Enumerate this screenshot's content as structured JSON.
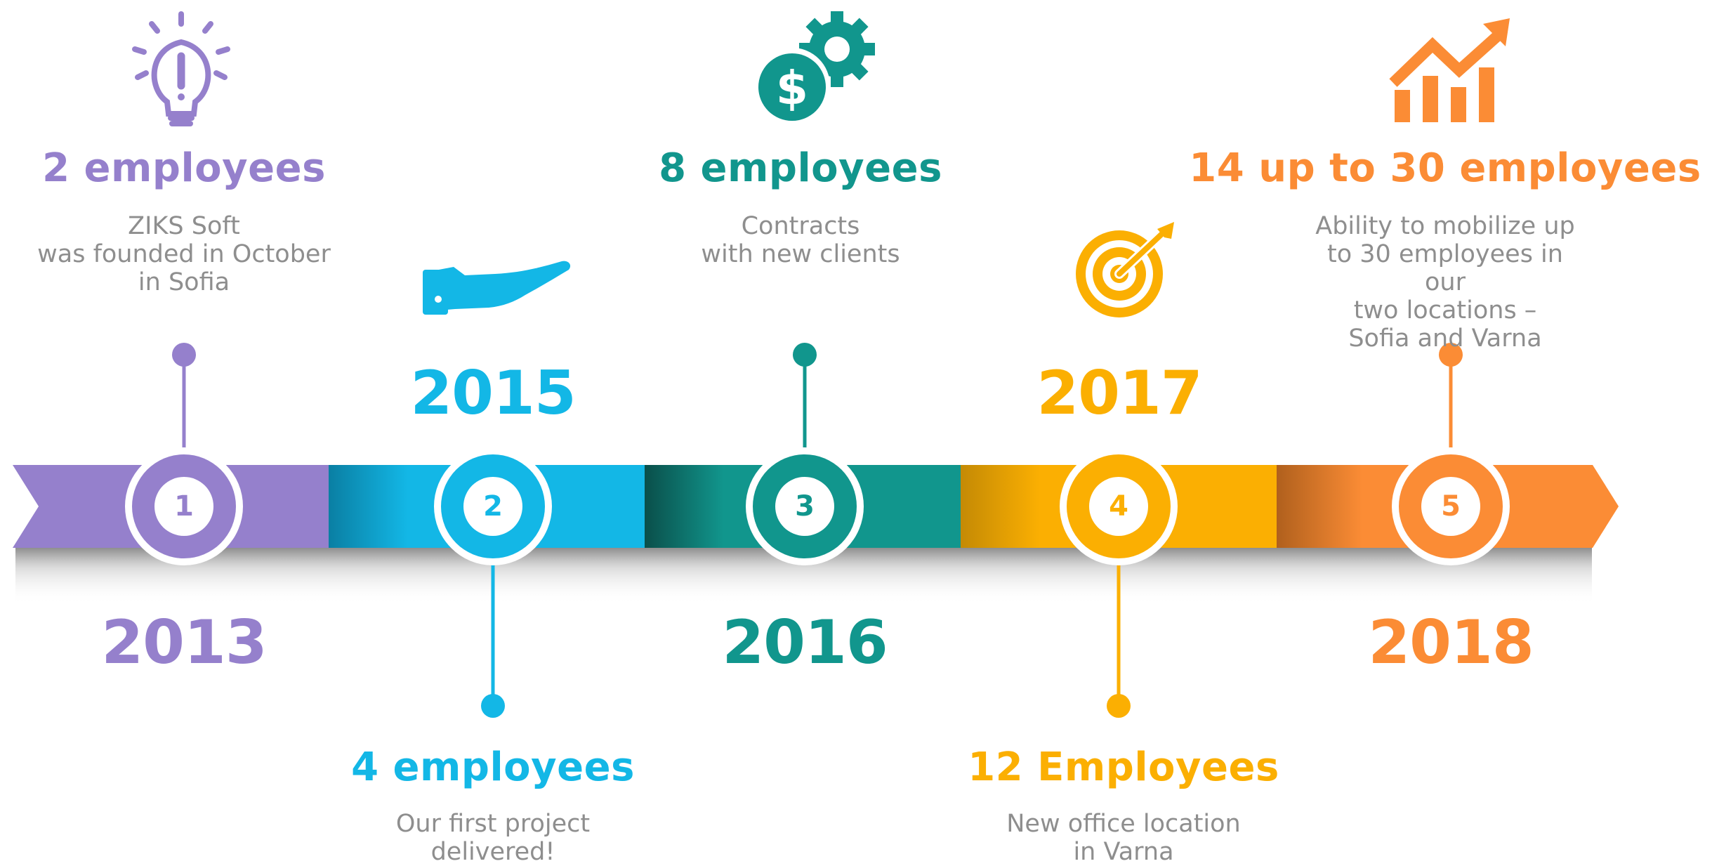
{
  "milestones": [
    {
      "number": "1",
      "year": "2013",
      "heading": "2 employees",
      "description": "ZIKS Soft\nwas founded in October\nin Sofia",
      "color": "#9580cc",
      "icon": "lightbulb-icon"
    },
    {
      "number": "2",
      "year": "2015",
      "heading": "4 employees",
      "description": "Our first project\ndelivered!",
      "color": "#13b7e6",
      "icon": "hand-icon"
    },
    {
      "number": "3",
      "year": "2016",
      "heading": "8 employees",
      "description": "Contracts\nwith new clients",
      "color": "#11968d",
      "icon": "dollar-gear-icon"
    },
    {
      "number": "4",
      "year": "2017",
      "heading": "12 Employees",
      "description": "New office location\nin Varna",
      "color": "#fbaf02",
      "icon": "target-icon"
    },
    {
      "number": "5",
      "year": "2018",
      "heading": "14 up to 30 employees",
      "description": "Ability to mobilize up\nto 30 employees in our\ntwo locations –\nSofia and Varna",
      "color": "#fb8c35",
      "icon": "growth-chart-icon"
    }
  ]
}
